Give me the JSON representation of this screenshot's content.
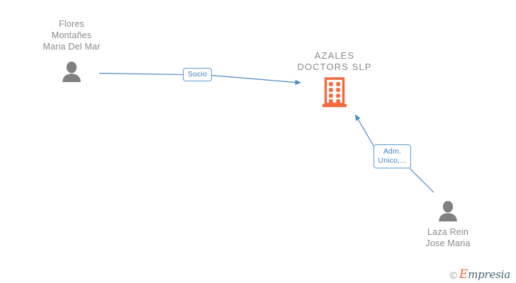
{
  "graph": {
    "title": "AZALES DOCTORS SLP",
    "background_color": "#ffffff",
    "company": {
      "name_lines": "AZALES\nDOCTORS  SLP",
      "icon": "building-icon",
      "icon_color": "#f4683c"
    },
    "persons": [
      {
        "id": "flores-montanes-maria-del-mar",
        "name_lines": "Flores\nMontañes\nMaria Del Mar",
        "icon": "person-icon",
        "icon_color": "#808080"
      },
      {
        "id": "laza-rein-jose-maria",
        "name_lines": "Laza Rein\nJose Maria",
        "icon": "person-icon",
        "icon_color": "#808080"
      }
    ],
    "relations": [
      {
        "id": "socio",
        "label": "Socio",
        "from": "flores-montanes-maria-del-mar",
        "to": "company",
        "color": "#4a86c8"
      },
      {
        "id": "adm-unico",
        "label": "Adm.\nUnico,...",
        "from": "laza-rein-jose-maria",
        "to": "company",
        "color": "#4a86c8"
      }
    ]
  },
  "watermark": {
    "copyright": "©",
    "brand_initial": "E",
    "brand_rest": "mpresia",
    "brand_color": "#ef6c30"
  }
}
